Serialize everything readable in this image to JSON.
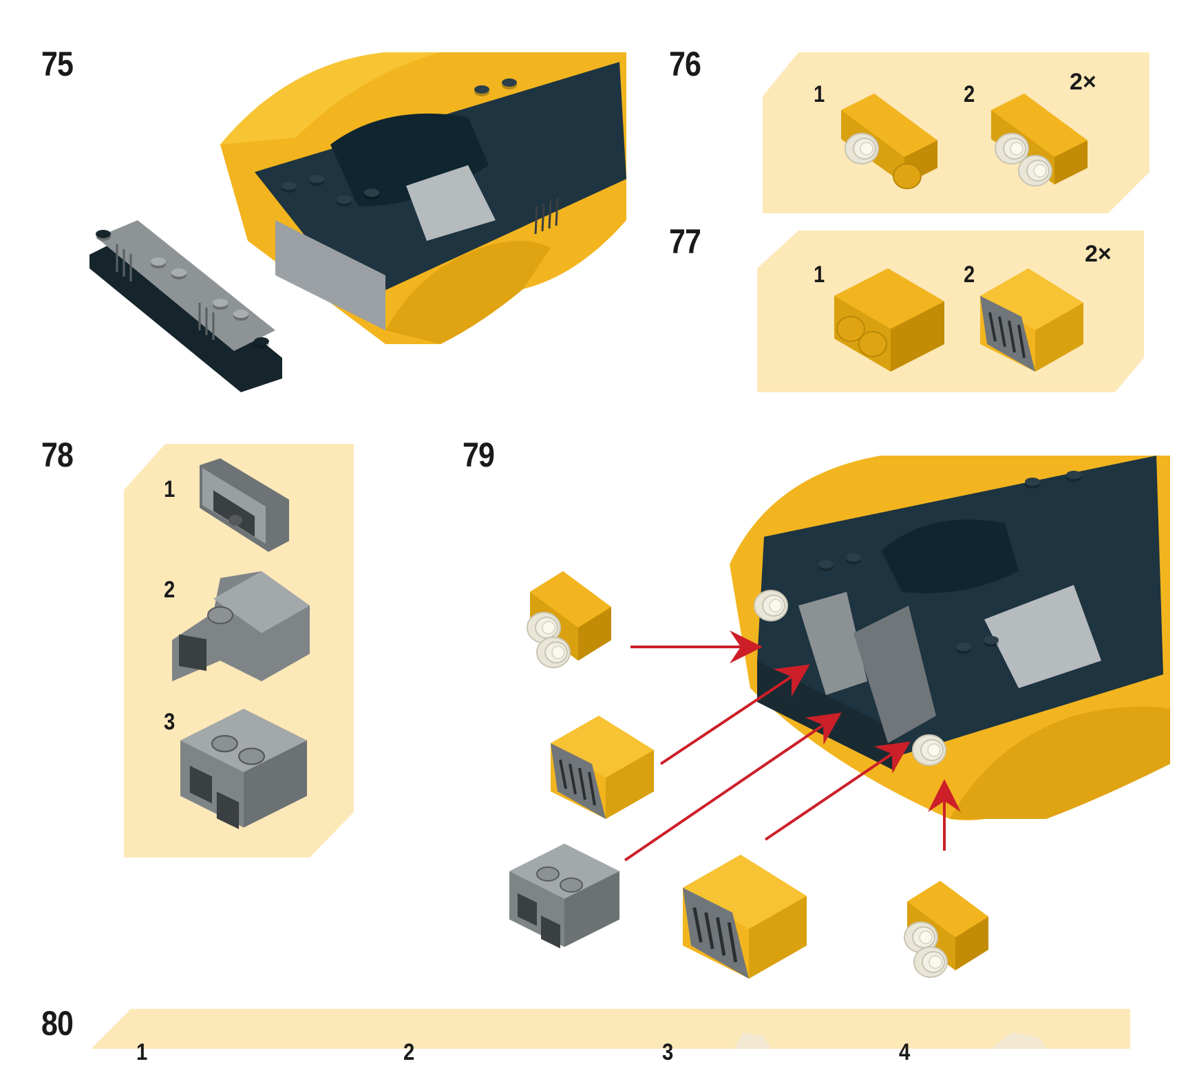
{
  "steps": {
    "s75": "75",
    "s76": "76",
    "s77": "77",
    "s78": "78",
    "s79": "79",
    "s80": "80"
  },
  "step76": {
    "sub1": "1",
    "sub2": "2",
    "multiplier": "2×"
  },
  "step77": {
    "sub1": "1",
    "sub2": "2",
    "multiplier": "2×"
  },
  "step78": {
    "sub1": "1",
    "sub2": "2",
    "sub3": "3"
  },
  "step80": {
    "sub1": "1",
    "sub2": "2",
    "sub3": "3",
    "sub4": "4"
  },
  "colors": {
    "callout_bg": "#fde8b8",
    "brick_yellow": "#f2b51f",
    "brick_dark": "#1e3440",
    "brick_gray": "#8d9194",
    "arrow": "#cc1f28"
  }
}
